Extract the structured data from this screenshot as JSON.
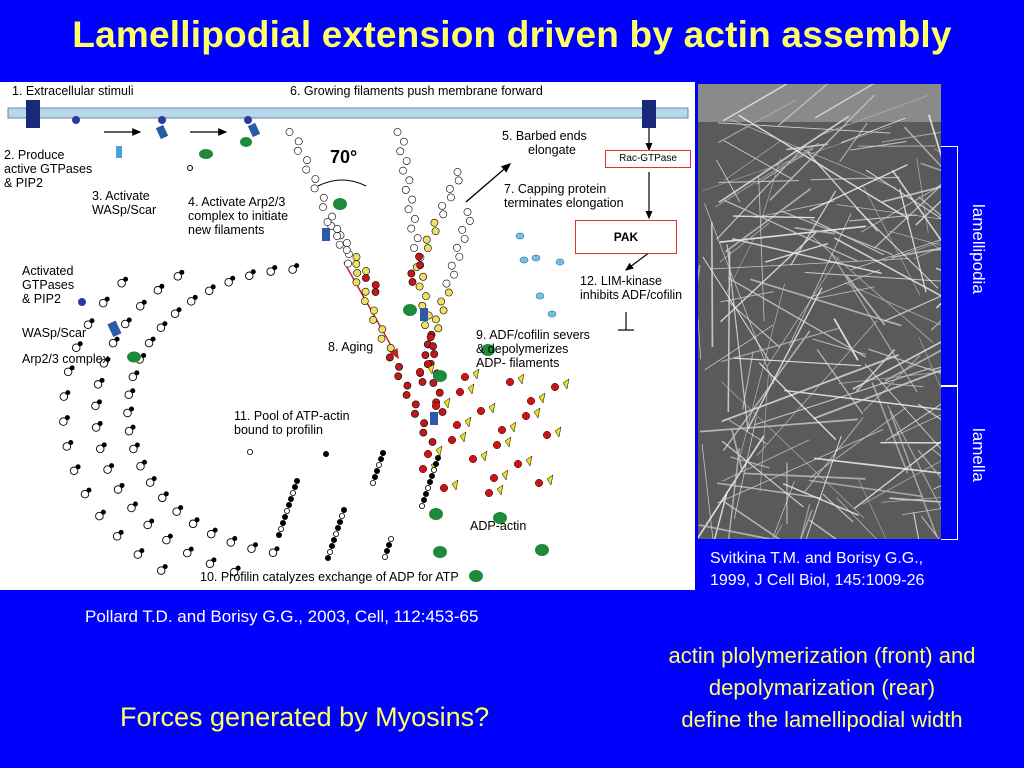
{
  "title": "Lamellipodial extension driven by actin assembly",
  "diagram": {
    "labels": {
      "l1": "1. Extracellular stimuli",
      "l6": "6. Growing filaments push membrane forward",
      "l2a": "2. Produce",
      "l2b": "active GTPases",
      "l2c": "& PIP2",
      "l3a": "3. Activate",
      "l3b": "WASp/Scar",
      "l4a": "4. Activate Arp2/3",
      "l4b": "complex to initiate",
      "l4c": "new filaments",
      "l5a": "5. Barbed ends",
      "l5b": "elongate",
      "l7a": "7. Capping protein",
      "l7b": "terminates elongation",
      "l8": "8. Aging",
      "l9a": "9. ADF/cofilin severs",
      "l9b": "& depolymerizes",
      "l9c": "ADP- filaments",
      "l10": "10.  Profilin catalyzes exchange of ADP for ATP",
      "l11a": "11. Pool of ATP-actin",
      "l11b": "bound to profilin",
      "l12a": "12. LIM-kinase",
      "l12b": "inhibits ADF/cofilin",
      "angle": "70°",
      "adp_actin": "ADP-actin",
      "rac": "Rac-GTPase",
      "pak": "PAK"
    },
    "legend": {
      "gtpases_a": "Activated",
      "gtpases_b": "GTPases",
      "gtpases_c": "& PIP2",
      "wasp": "WASp/Scar",
      "arp": "Arp2/3 complex"
    },
    "colors": {
      "membrane": "#b9d7ea",
      "receptor": "#1a2a7a",
      "arp": "#1e8a3a",
      "wasp": "#2a5aa8",
      "atp_actin": "#ffffff",
      "adp_actin": "#c41818",
      "cofilin": "#e8e020",
      "pak_border": "#e03030"
    }
  },
  "micrograph": {
    "label_lamellipodia": "lamellipodia",
    "label_lamella": "lamella"
  },
  "citations": {
    "svitkina_1": "Svitkina T.M. and Borisy G.G.,",
    "svitkina_2": "1999, J Cell Biol, 145:1009-26",
    "pollard": "Pollard T.D. and Borisy G.G., 2003, Cell, 112:453-65"
  },
  "bottom": {
    "question": "Forces generated by Myosins?",
    "note1": "actin plolymerization (front) and",
    "note2": "depolymarization (rear)",
    "note3": "define the lamellipodial width"
  }
}
